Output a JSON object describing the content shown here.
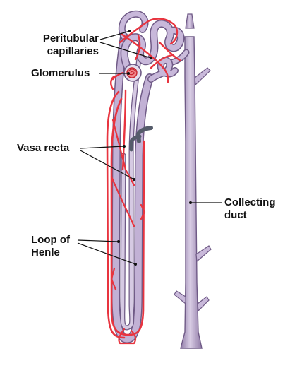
{
  "labels": {
    "peritubular_line1": "Peritubular",
    "peritubular_line2": "capillaries",
    "glomerulus": "Glomerulus",
    "vasa_recta": "Vasa recta",
    "collecting_line1": "Collecting",
    "collecting_line2": "duct",
    "loop_line1": "Loop of",
    "loop_line2": "Henle"
  },
  "colors": {
    "capillary": "#e8343f",
    "tubule": "#b9a6cc",
    "tubule_edge": "#6f5a86",
    "duct_dark": "#555c6a",
    "leader": "#111111"
  }
}
